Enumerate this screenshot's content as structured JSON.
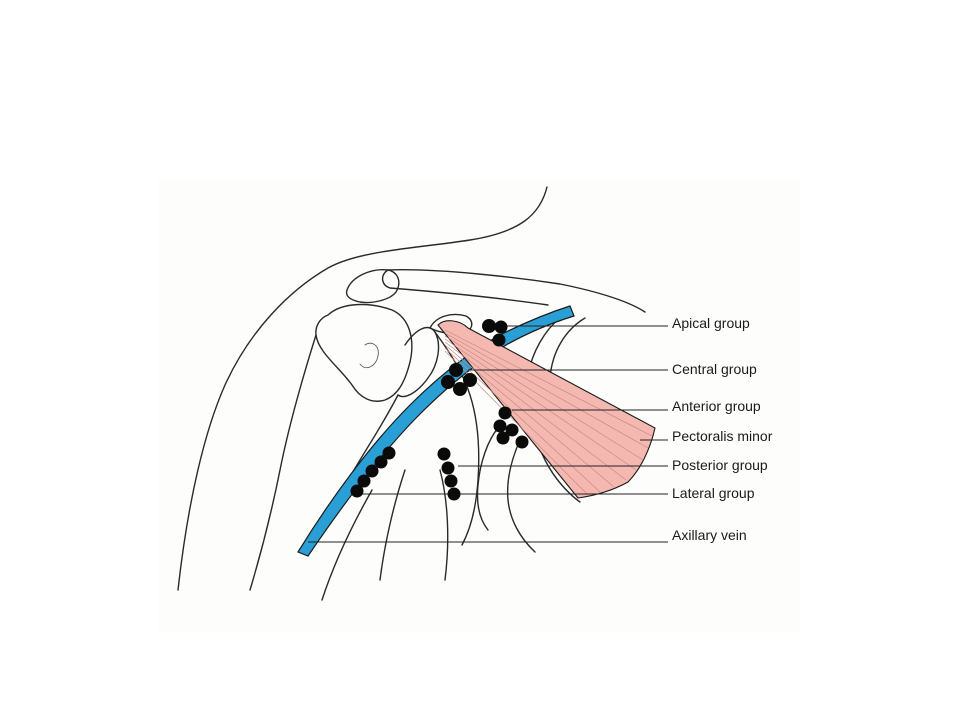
{
  "labels": {
    "apical": "Apical group",
    "central": "Central group",
    "anterior": "Anterior group",
    "pectoralis": "Pectoralis minor",
    "posterior": "Posterior group",
    "lateral": "Lateral group",
    "vein": "Axillary vein"
  },
  "colors": {
    "vein": "#2a9fd6",
    "muscle": "#f4b8b0",
    "muscle_line": "#c98b84",
    "node": "#0a0a0a"
  }
}
